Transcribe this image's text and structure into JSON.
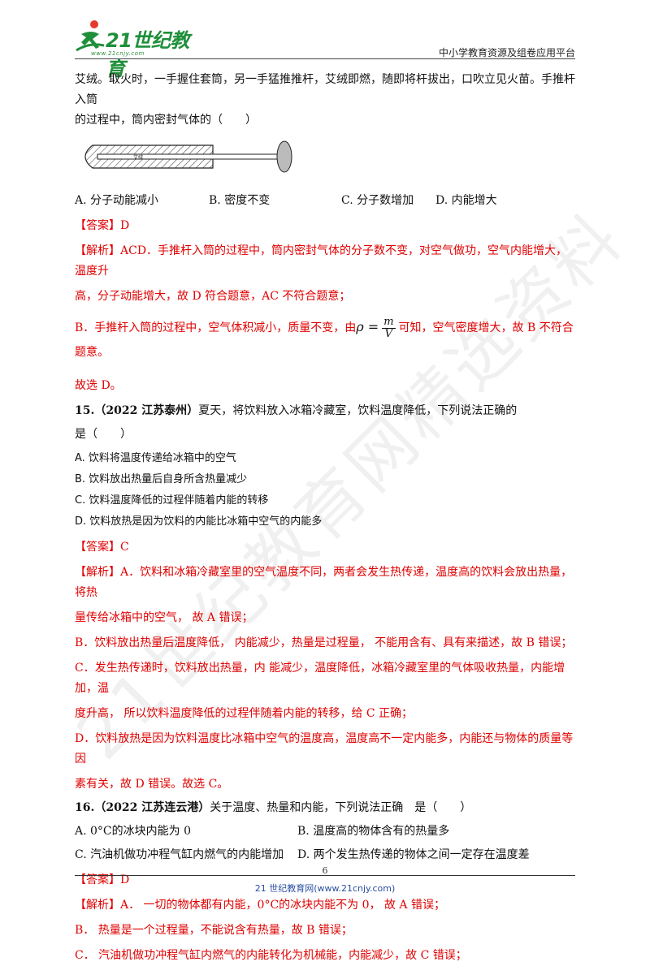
{
  "header": {
    "logo_text": "21世纪教育",
    "logo_sub": "www.21cnjy.com",
    "platform": "中小学教育资源及组卷应用平台"
  },
  "q14": {
    "stem_line1": "艾绒。取火时，一手握住套筒，另一手猛推推杆，艾绒即燃，随即将杆拔出，口吹立见火苗。手推杆入筒",
    "stem_line2": "的过程中，筒内密封气体的（　　）",
    "diagram_label": "艾绒",
    "opt_a": "A. 分子动能减小",
    "opt_b": "B. 密度不变",
    "opt_c": "C. 分子数增加",
    "opt_d": "D. 内能增大",
    "answer": "【答案】D",
    "exp1": "【解析】ACD．手推杆入筒的过程中，筒内密封气体的分子数不变，对空气做功，空气内能增大，温度升",
    "exp2": "高，分子动能增大，故 D 符合题意，AC 不符合题意；",
    "exp3_pre": "B．手推杆入筒的过程中，空气体积减小，质量不变，由",
    "rho": "ρ =",
    "num": "m",
    "den": "V",
    "exp3_post": "可知，空气密度增大，故 B 不符合题意。",
    "conclusion": "故选 D。"
  },
  "q15": {
    "num": "15.",
    "source": "（2022 江苏泰州）",
    "stem": "夏天，将饮料放入冰箱冷藏室，饮料温度降低，下列说法正确的",
    "stem2": "是（　　）",
    "opt_a": "A.  饮料将温度传递给冰箱中的空气",
    "opt_b": "B.  饮料放出热量后自身所含热量减少",
    "opt_c": "C.  饮料温度降低的过程伴随着内能的转移",
    "opt_d": "D.  饮料放热是因为饮料的内能比冰箱中空气的内能多",
    "answer": "【答案】C",
    "exp1": "【解析】A．饮料和冰箱冷藏室里的空气温度不同，两者会发生热传递，温度高的饮料会放出热量，将热",
    "exp2": "量传给冰箱中的空气，  故 A 错误；",
    "exp3": "B．饮料放出热量后温度降低，  内能减少，热量是过程量，  不能用含有、具有来描述，故 B 错误；",
    "exp4": "C．发生热传递时，饮料放出热量，内  能减少，温度降低，冰箱冷藏室里的气体吸收热量，内能增加，温",
    "exp5": "度升高，  所以饮料温度降低的过程伴随着内能的转移，给 C 正确；",
    "exp6": "D．饮料放热是因为饮料温度比冰箱中空气的温度高，温度高不一定内能多，内能还与物体的质量等因",
    "exp7": "素有关，故 D 错误。故选 C。"
  },
  "q16": {
    "num": "16.",
    "source": "（2022 江苏连云港）",
    "stem": "关于温度、热量和内能，下列说法正确　是（　　）",
    "opt_a": "A. 0°C的冰块内能为 0",
    "opt_b": "B. 温度高的物体含有的热量多",
    "opt_c": "C. 汽油机做功冲程气缸内燃气的内能增加",
    "opt_d": "D. 两个发生热传递的物体之间一定存在温度差",
    "answer": "【答案】D",
    "exp1": "【解析】A．  一切的物体都有内能，0°C的冰块内能不为 0，  故 A 错误；",
    "exp2": "B．  热量是一个过程量，不能说含有热量，故 B 错误；",
    "exp3": "C．  汽油机做功冲程气缸内燃气的内能转化为机械能，内能减少，故 C 错误；"
  },
  "footer": {
    "page": "6",
    "site": "21 世纪教育网(www.21cnjy.com)"
  },
  "watermark": "21世纪教育网精选资料"
}
